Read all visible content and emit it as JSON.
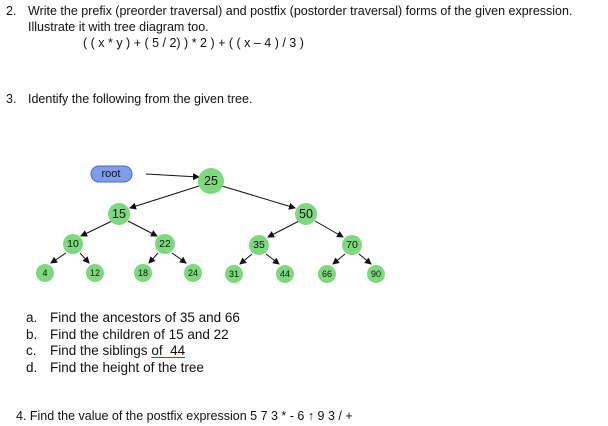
{
  "q2": {
    "number": "2.",
    "line1": "Write the prefix (preorder traversal) and postfix (postorder traversal) forms of the given expression.",
    "line2": "Illustrate it with tree diagram too.",
    "expression": "( ( x * y ) + ( 5 / 2) ) * 2 ) + ( ( x – 4 ) / 3 )"
  },
  "q3": {
    "number": "3.",
    "text": "Identify the following from the given tree."
  },
  "tree": {
    "root_label": "root",
    "node_color": "#7ed87e",
    "root_label_color": "#7f9de8",
    "nodes": [
      "25",
      "15",
      "50",
      "10",
      "22",
      "35",
      "70",
      "4",
      "12",
      "18",
      "24",
      "31",
      "44",
      "66",
      "90"
    ]
  },
  "items": [
    {
      "letter": "a.",
      "text": "Find the ancestors of 35 and 66"
    },
    {
      "letter": "b.",
      "text": "Find the children of 15 and 22"
    },
    {
      "letter": "c.",
      "text_before": "Find the siblings ",
      "text_underlined": "of  44"
    },
    {
      "letter": "d.",
      "text": "Find the height of the tree"
    }
  ],
  "q4": {
    "text": "4. Find the value of the postfix expression 5 7 3 * - 6 ↑ 9 3 / +"
  }
}
